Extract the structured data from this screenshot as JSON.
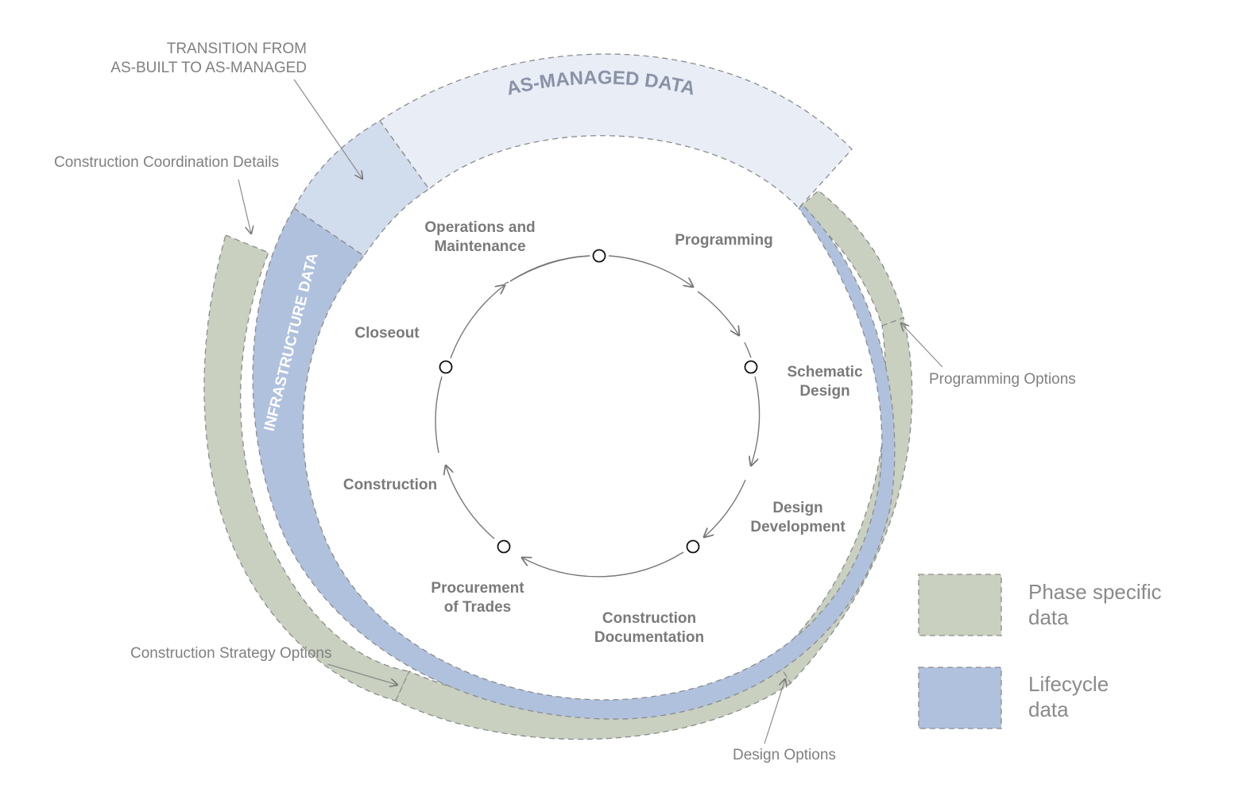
{
  "bands": {
    "as_managed": "AS-MANAGED DATA",
    "infrastructure": "INFRASTRUCTURE DATA"
  },
  "phases": [
    {
      "line1": "Programming",
      "line2": ""
    },
    {
      "line1": "Schematic",
      "line2": "Design"
    },
    {
      "line1": "Design",
      "line2": "Development"
    },
    {
      "line1": "Construction",
      "line2": "Documentation"
    },
    {
      "line1": "Procurement",
      "line2": "of Trades"
    },
    {
      "line1": "Construction",
      "line2": ""
    },
    {
      "line1": "Closeout",
      "line2": ""
    },
    {
      "line1": "Operations and",
      "line2": "Maintenance"
    }
  ],
  "callouts": {
    "transition_line1": "TRANSITION FROM",
    "transition_line2": "AS-BUILT TO AS-MANAGED",
    "coordination": "Construction Coordination Details",
    "programming_options": "Programming Options",
    "strategy_options": "Construction Strategy Options",
    "design_options": "Design Options"
  },
  "legend": [
    {
      "line1": "Phase specific",
      "line2": "data",
      "color": "#c9d0c0"
    },
    {
      "line1": "Lifecycle",
      "line2": "data",
      "color": "#afc1dd"
    }
  ],
  "colors": {
    "phase_specific": "#c9d0c0",
    "lifecycle": "#afc1dd",
    "transition": "#d1dcec",
    "as_managed": "#e8edf6"
  }
}
